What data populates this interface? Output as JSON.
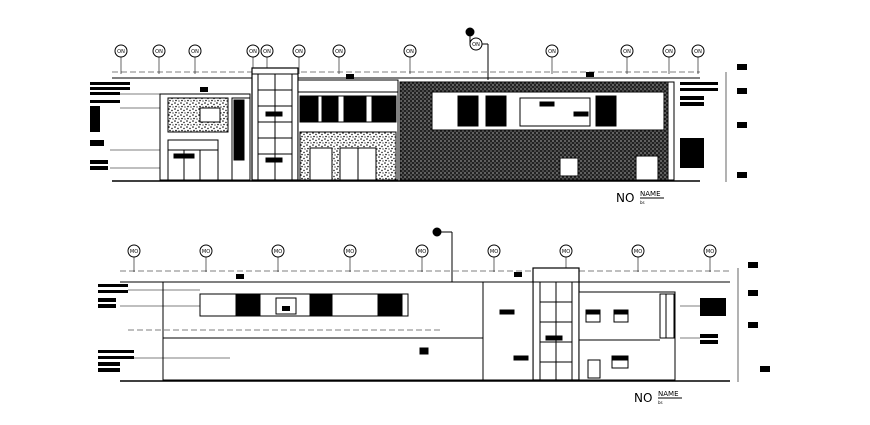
{
  "drawing": {
    "background": "#ffffff",
    "ink": "#000000",
    "top_elevation": {
      "grid_bubble_text": "ON",
      "marker_text": "ON",
      "title_no": "NO",
      "title_name": "NAME",
      "title_scale": "bs"
    },
    "bottom_elevation": {
      "grid_bubble_text": "MO",
      "title_no": "NO",
      "title_name": "NAME",
      "title_scale": "bs"
    }
  }
}
